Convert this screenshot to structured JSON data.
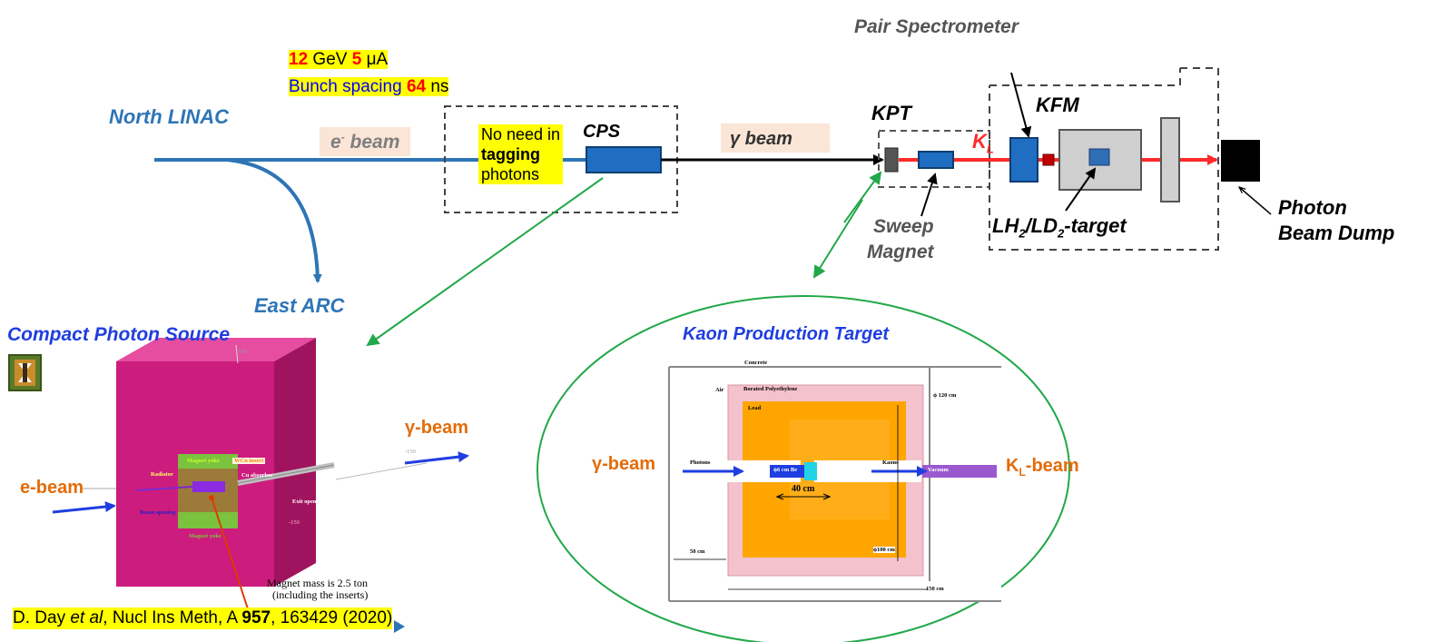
{
  "beam_params": {
    "energy_value": "12",
    "energy_unit": "GeV",
    "current_value": "5",
    "current_unit": "μA",
    "bunch_label": "Bunch spacing",
    "bunch_value": "64",
    "bunch_unit": "ns"
  },
  "beamline": {
    "north_linac": "North LINAC",
    "east_arc": "East ARC",
    "e_beam": "e",
    "e_beam_sup": "-",
    "e_beam_word": "beam",
    "gamma_beam": "γ beam",
    "no_need_1": "No need in",
    "no_need_2": "tagging",
    "no_need_3": "photons",
    "cps": "CPS",
    "kpt": "KPT",
    "kfm": "KFM",
    "kl": "K",
    "kl_sub": "L",
    "pair_spectrometer": "Pair Spectrometer",
    "sweep_1": "Sweep",
    "sweep_2": "Magnet",
    "target_lh": "LH",
    "target_2a": "2",
    "target_ld": "/LD",
    "target_2b": "2",
    "target_tail": "-target",
    "photon_1": "Photon",
    "photon_2": "Beam Dump"
  },
  "cps_panel": {
    "title": "Compact Photon Source",
    "gamma_beam": "γ-beam",
    "e_beam": "e-beam",
    "magnet_yoke_top": "Magnet yoke",
    "wcu_insert": "WCu insert",
    "cu_absorber": "Cu absorber",
    "radiator": "Radiator",
    "beam_opening": "Beam opening",
    "exit_opening": "Exit opening",
    "magnet_yoke_bottom": "Magnet yoke",
    "mass_1": "Magnet mass is 2.5 ton",
    "mass_2": "(including the inserts)",
    "axis_150a": "-150",
    "axis_150b": "-150",
    "axis_100": "-100"
  },
  "citation": {
    "authors": "D. Day ",
    "et_al": "et al",
    "journal": ", Nucl Ins Meth, A ",
    "volume": "957",
    "pages": ", 163429 (2020)"
  },
  "kpt_panel": {
    "title": "Kaon Production Target",
    "gamma_beam": "γ-beam",
    "kl_beam": "K",
    "kl_sub": "L",
    "kl_tail": "-beam",
    "concrete": "Concrete",
    "air": "Air",
    "borated": "Borated Polyethylene",
    "lead": "Lead",
    "dim_120": "ϕ 120 cm",
    "photons": "Photons",
    "be": "ϕ6 cm Be",
    "kaons": "Kaons",
    "vacuum": "Vacuum",
    "dim_40": "40 cm",
    "dim_100": "ϕ100 cm",
    "dim_50": "50 cm",
    "dim_150": "150 cm"
  },
  "colors": {
    "linac_blue": "#2e75b6",
    "green_arrow": "#22a84a",
    "kl_red": "#ff2a2a",
    "magenta_box": "#cc1c7d",
    "lead_orange": "#ffa500",
    "shield_pink": "#f4c2cc"
  }
}
